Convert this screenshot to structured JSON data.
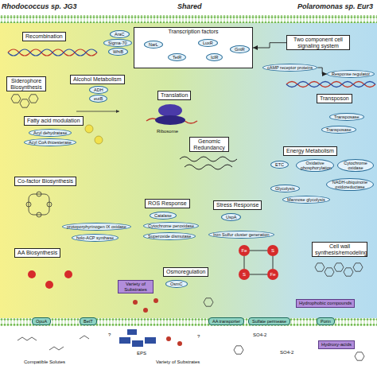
{
  "diagram": {
    "nodes": [
      {
        "text": [
          "Recombination"
        ]
      },
      {
        "text": [
          "AraC"
        ]
      },
      {
        "text": [
          "Sigma-70"
        ]
      },
      {
        "text": [
          "WhiB"
        ]
      },
      {
        "text": [
          "Transcription factors"
        ]
      },
      {
        "text": [
          "NarL"
        ],
        "in": 4
      },
      {
        "text": [
          "TetR"
        ],
        "in": 4
      },
      {
        "text": [
          "LuxR"
        ],
        "in": 4
      },
      {
        "text": [
          "IclR"
        ],
        "in": 4
      },
      {
        "text": [
          "GntR"
        ],
        "in": 4
      },
      {
        "text": [
          "Two component cell signaling system"
        ]
      },
      {
        "text": [
          "cAMP receptor proteins"
        ]
      },
      {
        "text": [
          "Response regulator"
        ]
      },
      {
        "text": [
          "Siderophore Biosynthesis"
        ]
      },
      {
        "text": [
          "Alcohol Metabolism"
        ]
      },
      {
        "text": [
          "ADH"
        ]
      },
      {
        "text": [
          "eutB"
        ]
      },
      {
        "text": [
          "Translation"
        ]
      },
      {
        "text": [
          "Transposon"
        ]
      },
      {
        "text": [
          "Transposase"
        ]
      },
      {
        "text": [
          "Transposase"
        ]
      },
      {
        "text": [
          "Fatty acid modulation"
        ]
      },
      {
        "text": [
          "Acyl dehydratase"
        ]
      },
      {
        "text": [
          "Acyl CoA thioesterase"
        ]
      },
      {
        "text": [
          "Genomic Redundancy"
        ]
      },
      {
        "text": [
          "Energy Metabolism"
        ]
      },
      {
        "text": [
          "ETC"
        ]
      },
      {
        "text": [
          "Oxidative phosphorylation"
        ]
      },
      {
        "text": [
          "Cytochrome oxidase"
        ]
      },
      {
        "text": [
          "NADH-ubiquinone oxidoreductase"
        ]
      },
      {
        "text": [
          "Glycolysis"
        ]
      },
      {
        "text": [
          "Mannose glycolysis"
        ]
      },
      {
        "text": [
          "Co-factor Biosynthesis"
        ]
      },
      {
        "text": [
          "protoporphyrinogen IX oxidase"
        ]
      },
      {
        "text": [
          "holo-ACP synthase"
        ]
      },
      {
        "text": [
          "ROS Response"
        ]
      },
      {
        "text": [
          "Catalase"
        ]
      },
      {
        "text": [
          "Cytochrome peroxidase"
        ]
      },
      {
        "text": [
          "Superoxide dismutase"
        ]
      },
      {
        "text": [
          "Stress Response"
        ]
      },
      {
        "text": [
          "UspA"
        ]
      },
      {
        "text": [
          "Iron Sulfur cluster generation"
        ]
      },
      {
        "text": [
          "Fe"
        ]
      },
      {
        "text": [
          "S"
        ]
      },
      {
        "text": [
          "Fe"
        ]
      },
      {
        "text": [
          "S"
        ]
      },
      {
        "text": [
          "Osmoregulation"
        ]
      },
      {
        "text": [
          "OsmC"
        ]
      },
      {
        "text": [
          "Cell wall synthesis/remodeling"
        ]
      },
      {
        "text": [
          "AA Biosynthesis"
        ]
      },
      {
        "text": [
          "Variety of Substrates"
        ]
      },
      {
        "text": [
          "OpuA"
        ]
      },
      {
        "text": [
          "BetT"
        ]
      },
      {
        "text": [
          "AA transporter"
        ]
      },
      {
        "text": [
          "Sulfate permease"
        ]
      },
      {
        "text": [
          "Porin"
        ]
      },
      {
        "text": [
          "Hydrophobic compounds"
        ]
      },
      {
        "text": [
          "Hydroxy-acids"
        ]
      }
    ],
    "edges": [
      {
        "from": 10,
        "to": 4,
        "arrow": "to"
      },
      {
        "from": 11,
        "to": 12,
        "arrow": "to"
      },
      {
        "from": 42,
        "to": 43,
        "arrow": "none"
      },
      {
        "from": 43,
        "to": 44,
        "arrow": "none"
      },
      {
        "from": 44,
        "to": 45,
        "arrow": "none"
      },
      {
        "from": 45,
        "to": 42,
        "arrow": "none"
      }
    ],
    "labels": [
      "Rhodococcus sp. JG3",
      "Shared",
      "Polaromonas sp. Eur3",
      "Ribosome",
      "Compatible Solutes",
      "EPS",
      "Variety of Substrates",
      "SO4-2",
      "SO4-2",
      "?",
      "?"
    ]
  }
}
